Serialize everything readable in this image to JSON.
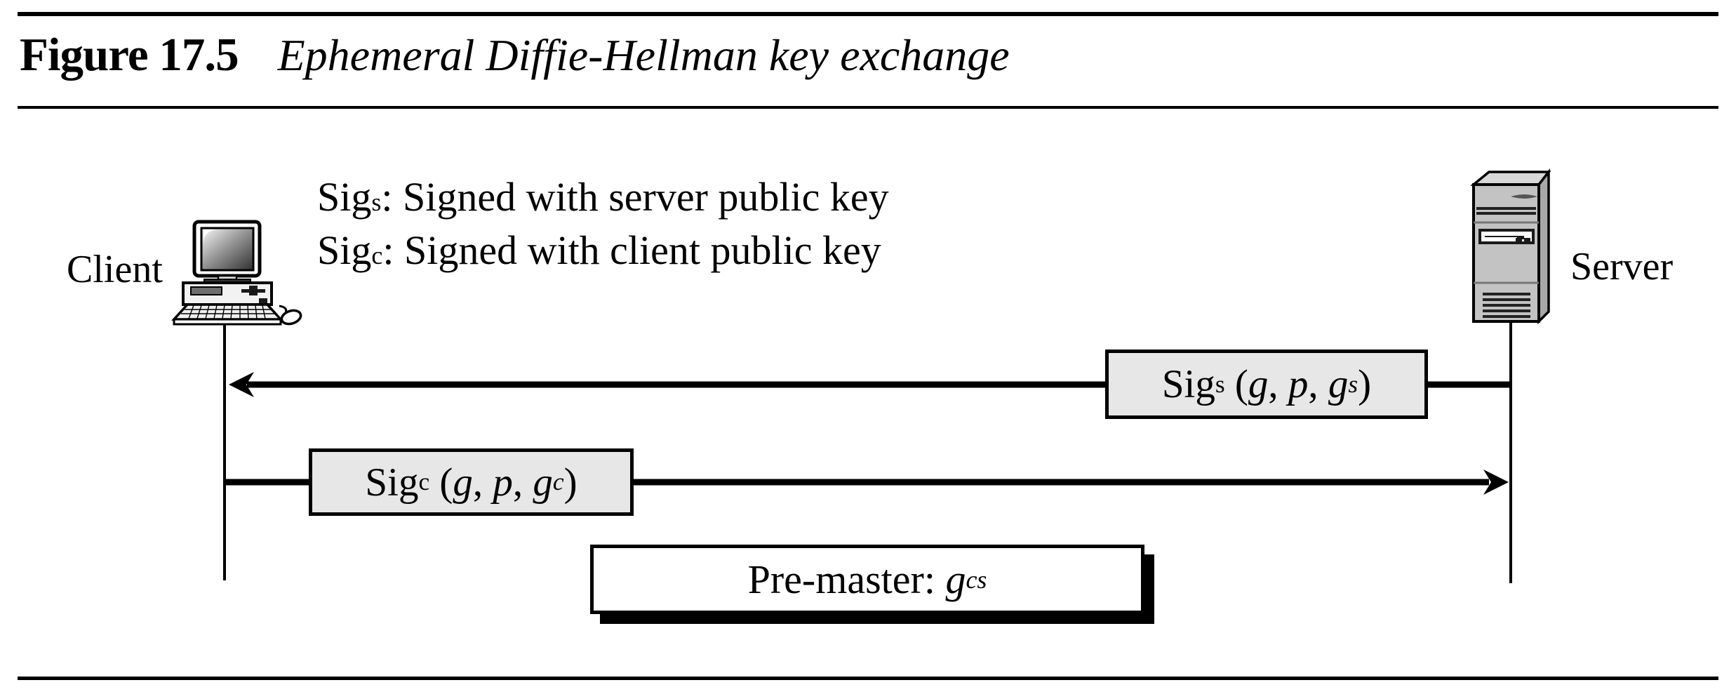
{
  "figure": {
    "label": "Figure 17.5",
    "title": "Ephemeral Diffie-Hellman key exchange"
  },
  "legend": {
    "line1": {
      "base": "Sig",
      "sub": "s",
      "rest": ": Signed with server public key"
    },
    "line2": {
      "base": "Sig",
      "sub": "c",
      "rest": ": Signed with client public key"
    }
  },
  "actors": {
    "client": "Client",
    "server": "Server"
  },
  "messages": {
    "server_to_client": {
      "base": "Sig",
      "sub": "s",
      "open": " (",
      "arg1": "g",
      "sep1": ", ",
      "arg2": "p",
      "sep2": ", ",
      "arg3": "g",
      "sup": "s",
      "close": ")"
    },
    "client_to_server": {
      "base": "Sig",
      "sub": "c",
      "open": " (",
      "arg1": "g",
      "sep1": ", ",
      "arg2": "p",
      "sep2": ", ",
      "arg3": "g",
      "sup": "c",
      "close": ")"
    }
  },
  "result": {
    "label": "Pre-master: ",
    "base": "g",
    "sup": "cs"
  },
  "icons": {
    "client": "desktop-computer-icon",
    "server": "tower-server-icon"
  },
  "colors": {
    "line": "#000000",
    "box_fill": "#e7e7e7",
    "box_border": "#000000",
    "premaster_fill": "#ffffff",
    "shadow": "#000000",
    "server_front": "#c3c3c3",
    "server_top": "#d8d8d8",
    "server_side": "#a8a8a8",
    "detail_dark": "#222222"
  }
}
